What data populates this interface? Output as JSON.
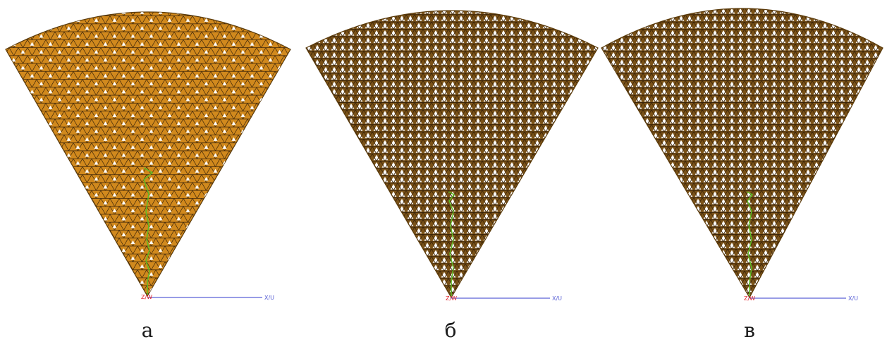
{
  "colors": {
    "fill": "#d1891d",
    "mesh_line": "#3a2308",
    "hole": "#ffffff",
    "axis_line": "#5b62d6",
    "axis_text": "#5b62d6",
    "origin_text": "#e0202a",
    "highlight_path": "#5dbd25"
  },
  "panels": [
    {
      "label": "а",
      "axis_label": "X/U",
      "origin_label": "Z/W",
      "holes": "sparse"
    },
    {
      "label": "б",
      "axis_label": "X/U",
      "origin_label": "Z/W",
      "holes": "dense"
    },
    {
      "label": "в",
      "axis_label": "X/U",
      "origin_label": "Z/W",
      "holes": "dense"
    }
  ]
}
